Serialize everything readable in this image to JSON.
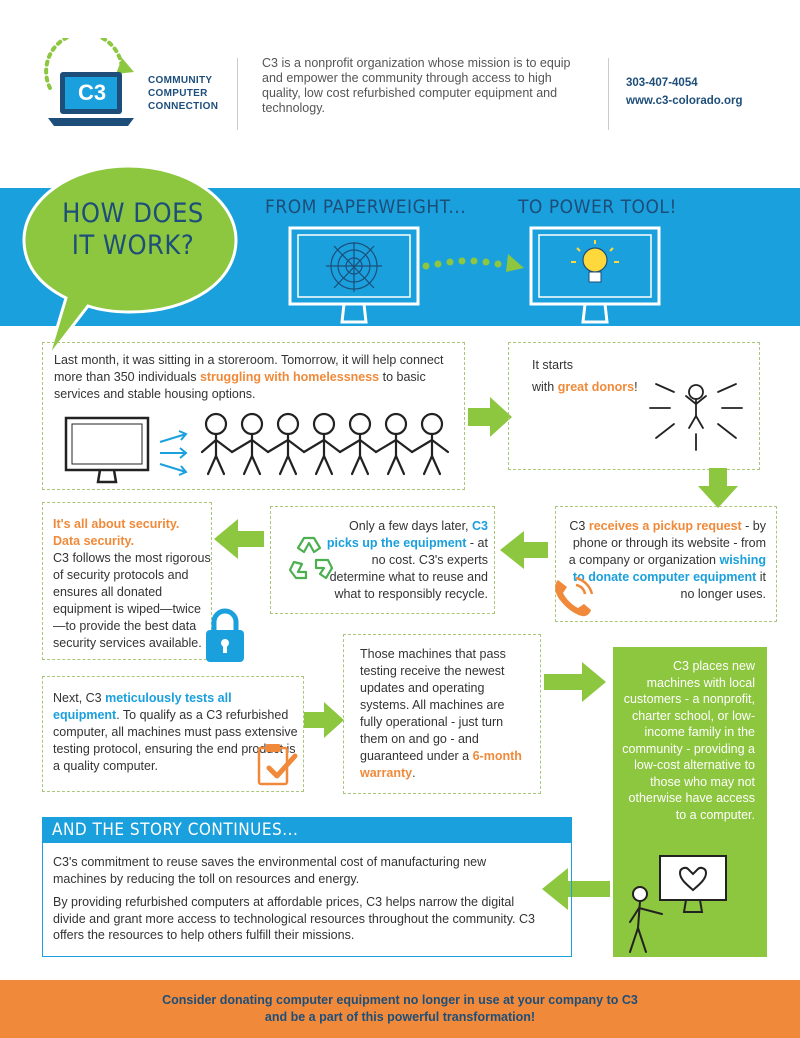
{
  "colors": {
    "blue": "#1aa0dd",
    "green": "#8dc63f",
    "orange": "#f08a3a",
    "navy": "#1d4e7a"
  },
  "header": {
    "logo_text": "C3",
    "org_line1": "COMMUNITY",
    "org_line2": "COMPUTER",
    "org_line3": "CONNECTION",
    "mission": "C3 is a nonprofit organization whose mission is to equip and empower the community through access to high quality, low cost refurbished computer equipment and technology.",
    "phone": "303-407-4054",
    "website": "www.c3-colorado.org"
  },
  "banner": {
    "bubble_line1": "HOW DOES",
    "bubble_line2": "IT WORK?",
    "from_label": "FROM PAPERWEIGHT...",
    "to_label": "TO POWER TOOL!"
  },
  "step1": {
    "pre": "Last month, it was sitting in a storeroom. Tomorrow, it will help connect more than 350 individuals ",
    "highlight": "struggling with homelessness",
    "post": " to basic services and stable housing options."
  },
  "step2": {
    "line1": "It starts",
    "pre": "with ",
    "highlight": "great donors",
    "post": "!"
  },
  "step3": {
    "pre": "C3 ",
    "highlight1": "receives a pickup request",
    "mid": " - by phone or through its website - from a company or organization ",
    "highlight2": "wishing to donate computer equipment",
    "post": " it no longer uses."
  },
  "step4": {
    "pre": "Only a few days later, ",
    "highlight": "C3 picks up the equipment",
    "post": " - at no cost. C3's experts determine what to reuse and what to responsibly recycle."
  },
  "step5": {
    "h1": "It's all about security.",
    "h2": "Data security.",
    "body": "C3 follows the most rigorous of security protocols and ensures all donated equipment is wiped—twice—to provide the best data security services available."
  },
  "step6": {
    "pre": "Next, C3 ",
    "highlight": "meticulously tests all equipment",
    "post": ". To qualify as a C3 refurbished computer, all machines must pass extensive testing protocol, ensuring the end product is a quality computer."
  },
  "step7": {
    "pre": "Those machines that pass testing receive the newest updates and operating systems. All machines are fully operational - just turn them on and go - and guaranteed under a ",
    "highlight": "6-month warranty",
    "post": "."
  },
  "step8": {
    "text": "C3 places new machines with local customers - a nonprofit, charter school, or low-income family in the community - providing a low-cost alternative to those who may not otherwise have access to a computer."
  },
  "story": {
    "heading": "AND THE STORY CONTINUES...",
    "p1": "C3's commitment to reuse saves the environmental cost of manufacturing new machines by reducing the toll on resources and energy.",
    "p2": "By providing refurbished computers at affordable prices, C3 helps narrow the digital divide and grant more access to technological resources throughout the community. C3 offers the resources to help others fulfill their missions."
  },
  "footer": {
    "line1": "Consider donating computer equipment no longer in use at your company to C3",
    "line2": "and be a part of this powerful transformation!"
  },
  "icons": [
    "logo-laptop-icon",
    "broken-computer-icon",
    "lightbulb-computer-icon",
    "computer-icon",
    "people-chain-icon",
    "donor-figure-icon",
    "recycle-icon",
    "phone-icon",
    "lock-icon",
    "clipboard-check-icon",
    "heart-computer-icon",
    "person-icon"
  ]
}
